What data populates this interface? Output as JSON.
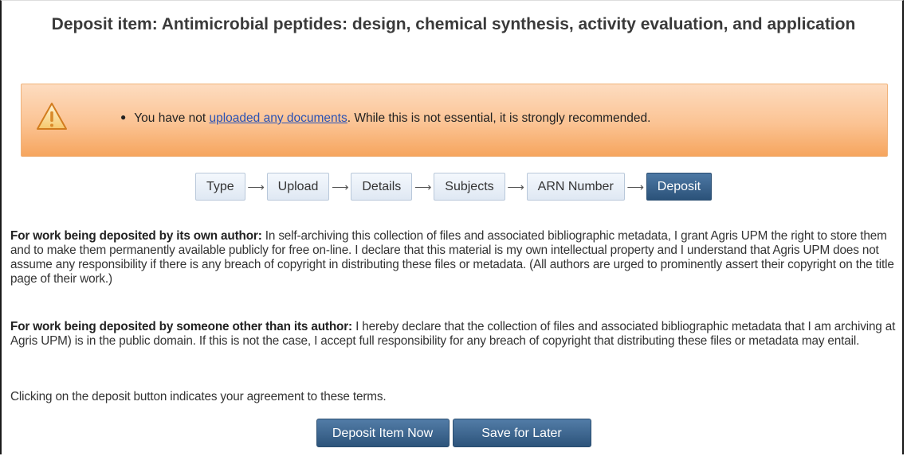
{
  "page_title": "Deposit item: Antimicrobial peptides: design, chemical synthesis, activity evaluation, and application",
  "warning": {
    "icon": "warning-triangle-icon",
    "text_before": "You have not ",
    "link_text": "uploaded any documents",
    "text_after": ". While this is not essential, it is strongly recommended."
  },
  "workflow": {
    "steps": [
      "Type",
      "Upload",
      "Details",
      "Subjects",
      "ARN Number",
      "Deposit"
    ],
    "active_step": "Deposit"
  },
  "terms": {
    "own_author_heading": "For work being deposited by its own author:",
    "own_author_text": " In self-archiving this collection of files and associated bibliographic metadata, I grant Agris UPM the right to store them and to make them permanently available publicly for free on-line. I declare that this material is my own intellectual property and I understand that Agris UPM does not assume any responsibility if there is any breach of copyright in distributing these files or metadata. (All authors are urged to prominently assert their copyright on the title page of their work.)",
    "other_author_heading": "For work being deposited by someone other than its author:",
    "other_author_text": " I hereby declare that the collection of files and associated bibliographic metadata that I am archiving at Agris UPM) is in the public domain. If this is not the case, I accept full responsibility for any breach of copyright that distributing these files or metadata may entail.",
    "agreement": "Clicking on the deposit button indicates your agreement to these terms."
  },
  "actions": {
    "deposit_label": "Deposit Item Now",
    "save_label": "Save for Later"
  },
  "colors": {
    "warning_bg": "#fbc393",
    "button_blue": "#3c648d",
    "step_bg": "#e8eff7",
    "link": "#2a52b4"
  }
}
